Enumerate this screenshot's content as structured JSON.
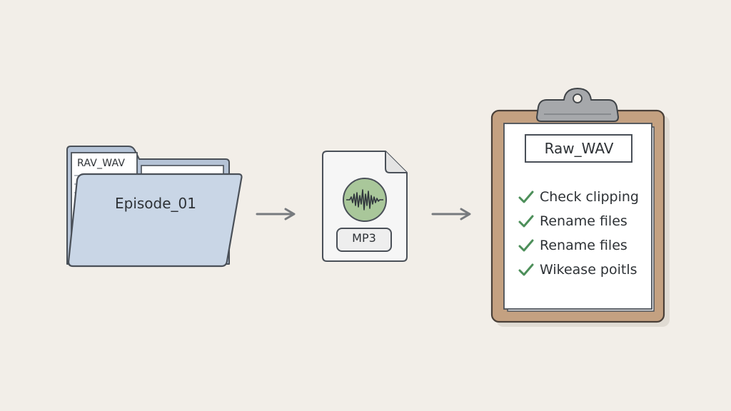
{
  "colors": {
    "background": "#f2eee8",
    "folder_blue": "#c9d6e6",
    "waveform_green": "#a9c79a",
    "clipboard_brown": "#c4a181",
    "check_green": "#4d8f5a",
    "arrow_gray": "#777a7e"
  },
  "folder": {
    "tab_label": "RAV_WAV",
    "name": "Episode_01"
  },
  "audio_file": {
    "icon": "waveform-icon",
    "label": "MP3"
  },
  "clipboard": {
    "title": "Raw_WAV",
    "checklist": [
      {
        "icon": "checkmark-icon",
        "text": "Check clipping"
      },
      {
        "icon": "checkmark-icon",
        "text": "Rename files"
      },
      {
        "icon": "checkmark-icon",
        "text": "Rename files"
      },
      {
        "icon": "checkmark-icon",
        "text": "Wikease poitls"
      }
    ]
  },
  "arrows": [
    "arrow-right-icon",
    "arrow-right-icon"
  ]
}
